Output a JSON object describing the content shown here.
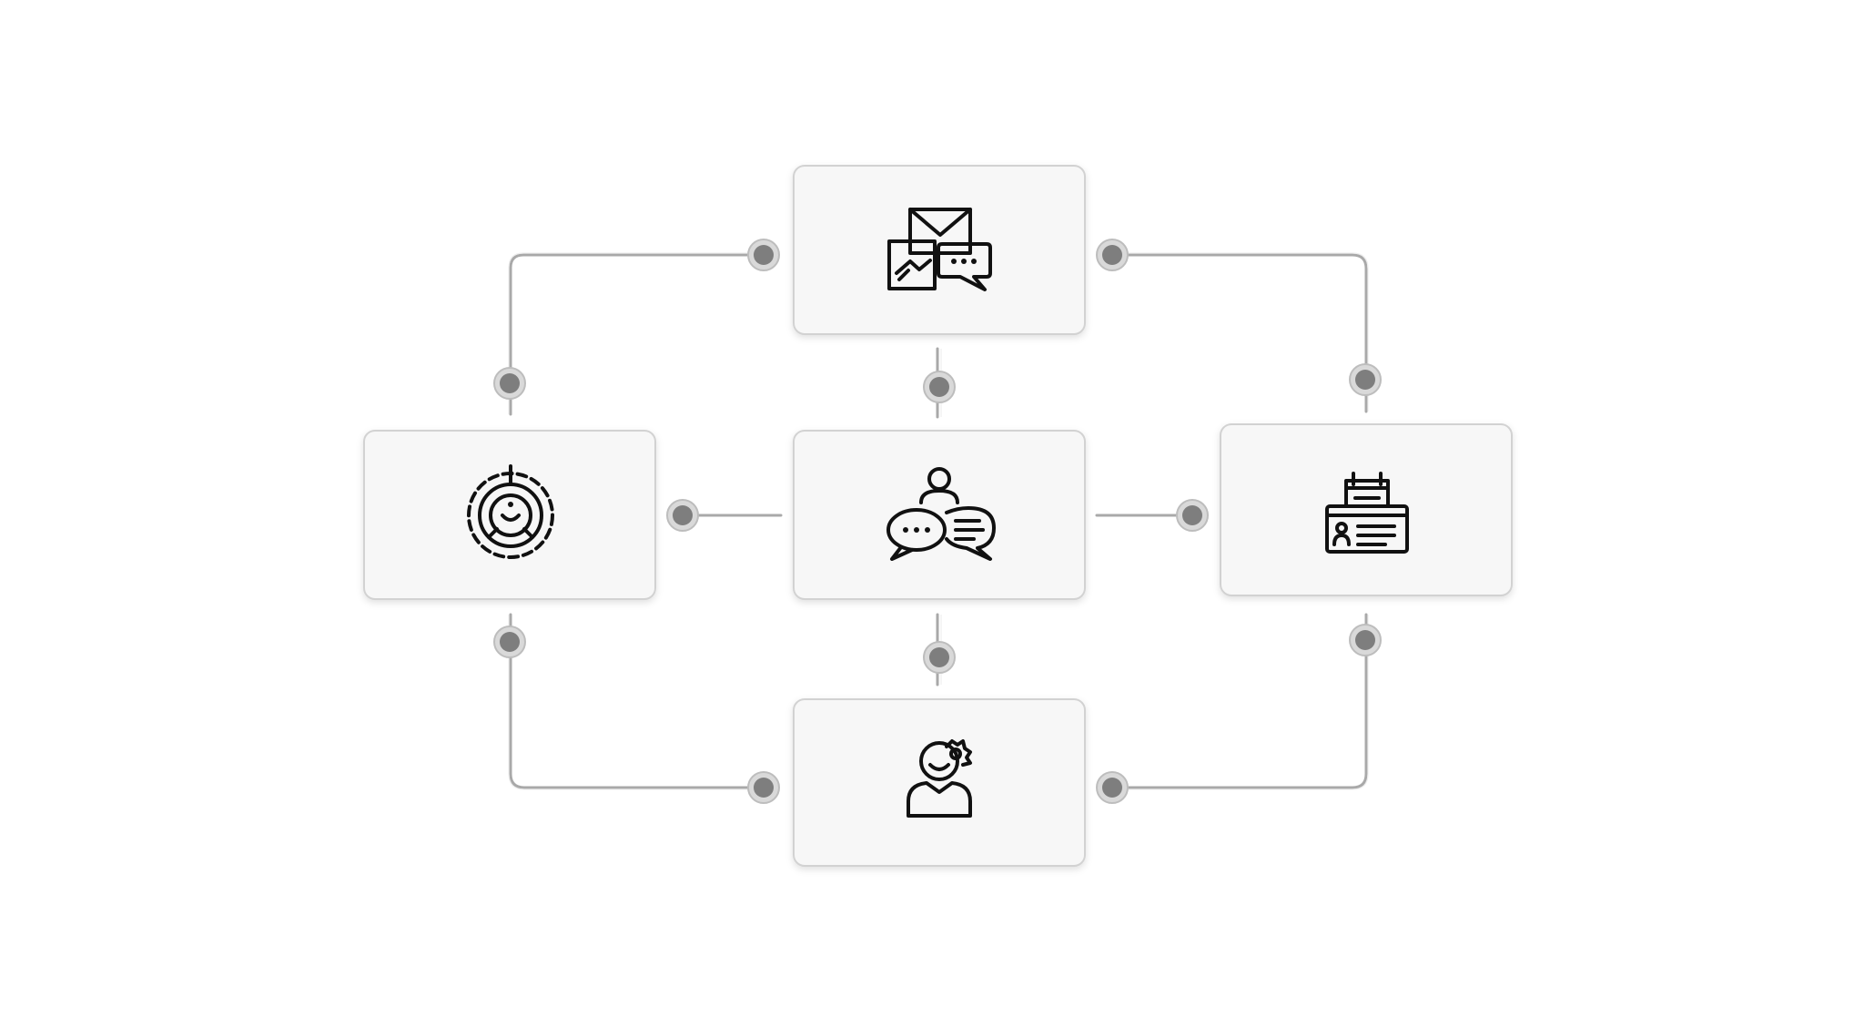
{
  "diagram": {
    "cards": [
      {
        "id": "top",
        "icon": "email-chat-icon"
      },
      {
        "id": "left",
        "icon": "target-face-icon"
      },
      {
        "id": "center",
        "icon": "person-conversation-icon"
      },
      {
        "id": "right",
        "icon": "id-card-calendar-icon"
      },
      {
        "id": "bottom",
        "icon": "person-gear-icon"
      }
    ],
    "connections": [
      {
        "from": "top",
        "to": "left"
      },
      {
        "from": "top",
        "to": "right"
      },
      {
        "from": "top",
        "to": "center"
      },
      {
        "from": "left",
        "to": "center"
      },
      {
        "from": "center",
        "to": "right"
      },
      {
        "from": "center",
        "to": "bottom"
      },
      {
        "from": "left",
        "to": "bottom"
      },
      {
        "from": "right",
        "to": "bottom"
      }
    ],
    "colors": {
      "card": "#f7f7f7",
      "card_border": "#d2d2d2",
      "wire": "#a9a9a9",
      "node": "#7e7e7e",
      "icon": "#111111"
    }
  }
}
